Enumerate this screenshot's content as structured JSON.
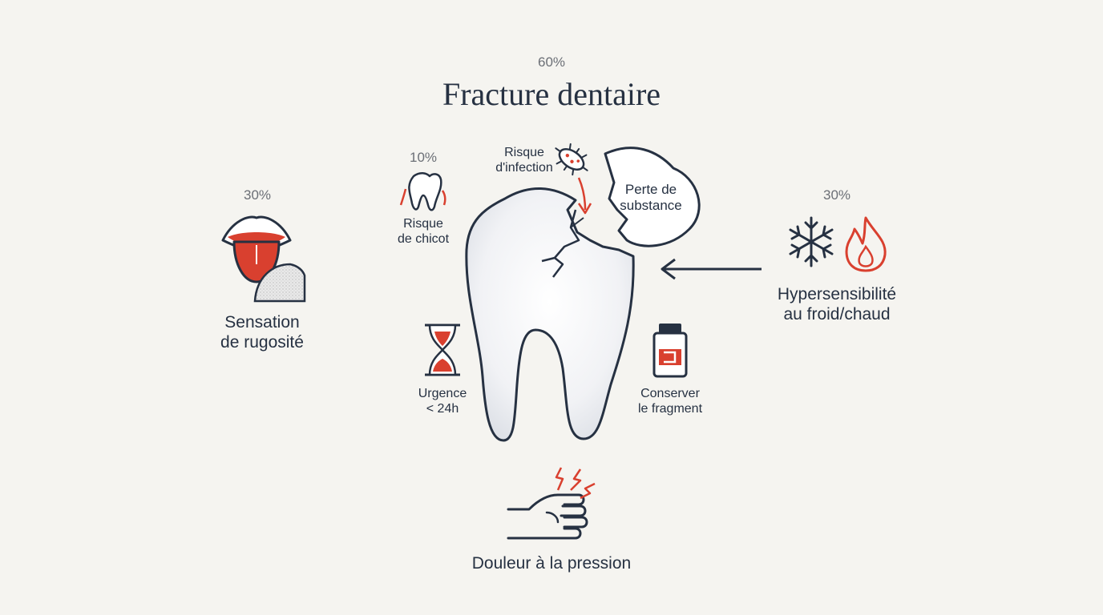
{
  "header": {
    "percent": "60%",
    "title": "Fracture dentaire"
  },
  "nodes": {
    "rugosite": {
      "percent": "30%",
      "line1": "Sensation",
      "line2": "de rugosité",
      "icon": "tongue-icon"
    },
    "chicot": {
      "percent": "10%",
      "line1": "Risque",
      "line2": "de chicot",
      "icon": "broken-tooth-icon"
    },
    "infection": {
      "line1": "Risque",
      "line2": "d'infection",
      "icon": "bacteria-icon"
    },
    "substance": {
      "line1": "Perte de",
      "line2": "substance",
      "icon": "fragment-shape"
    },
    "hypersensibilite": {
      "percent": "30%",
      "line1": "Hypersensibilité",
      "line2": "au froid/chaud",
      "icon": "snowflake-flame-icon"
    },
    "urgence": {
      "line1": "Urgence",
      "line2": "< 24h",
      "icon": "hourglass-icon"
    },
    "fragment": {
      "line1": "Conserver",
      "line2": "le fragment",
      "icon": "vial-icon"
    },
    "douleur": {
      "label": "Douleur à la pression",
      "icon": "hand-pain-icon"
    }
  },
  "colors": {
    "ink": "#263142",
    "accent": "#d9402f",
    "muted": "#6b6f76",
    "background": "#f5f4f0"
  }
}
